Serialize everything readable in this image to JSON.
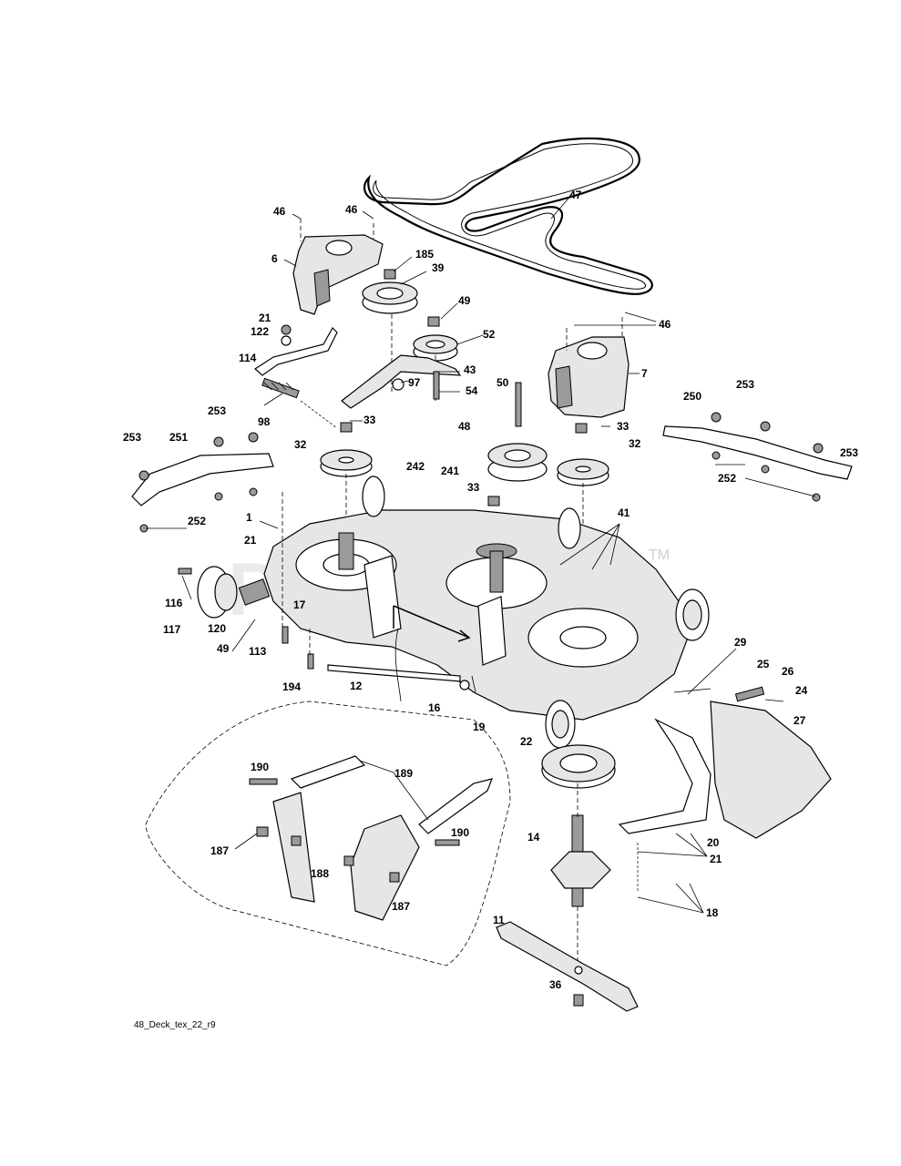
{
  "watermark": {
    "brand": "PartsTree",
    "tm": "TM"
  },
  "footer_code": "48_Deck_tex_22_r9",
  "callouts": {
    "c46a": "46",
    "c46b": "46",
    "c46c": "46",
    "c47": "47",
    "c185": "185",
    "c39": "39",
    "c6": "6",
    "c21a": "21",
    "c122": "122",
    "c49a": "49",
    "c52": "52",
    "c114": "114",
    "c43": "43",
    "c54": "54",
    "c97": "97",
    "c98": "98",
    "c33a": "33",
    "c7": "7",
    "c253a": "253",
    "c253b": "253",
    "c250": "250",
    "c253c": "253",
    "c253d": "253",
    "c251": "251",
    "c32a": "32",
    "c50": "50",
    "c33b": "33",
    "c48": "48",
    "c32b": "32",
    "c242": "242",
    "c241": "241",
    "c252a": "252",
    "c252b": "252",
    "c33c": "33",
    "c1": "1",
    "c41": "41",
    "c21b": "21",
    "c17": "17",
    "c116": "116",
    "c117": "117",
    "c120": "120",
    "c49b": "49",
    "c113": "113",
    "c194": "194",
    "c12": "12",
    "c29": "29",
    "c25": "25",
    "c26": "26",
    "c24": "24",
    "c16": "16",
    "c19": "19",
    "c22": "22",
    "c27": "27",
    "c190a": "190",
    "c189": "189",
    "c190b": "190",
    "c187a": "187",
    "c188": "188",
    "c187b": "187",
    "c14": "14",
    "c20": "20",
    "c21c": "21",
    "c18": "18",
    "c11": "11",
    "c36": "36"
  }
}
